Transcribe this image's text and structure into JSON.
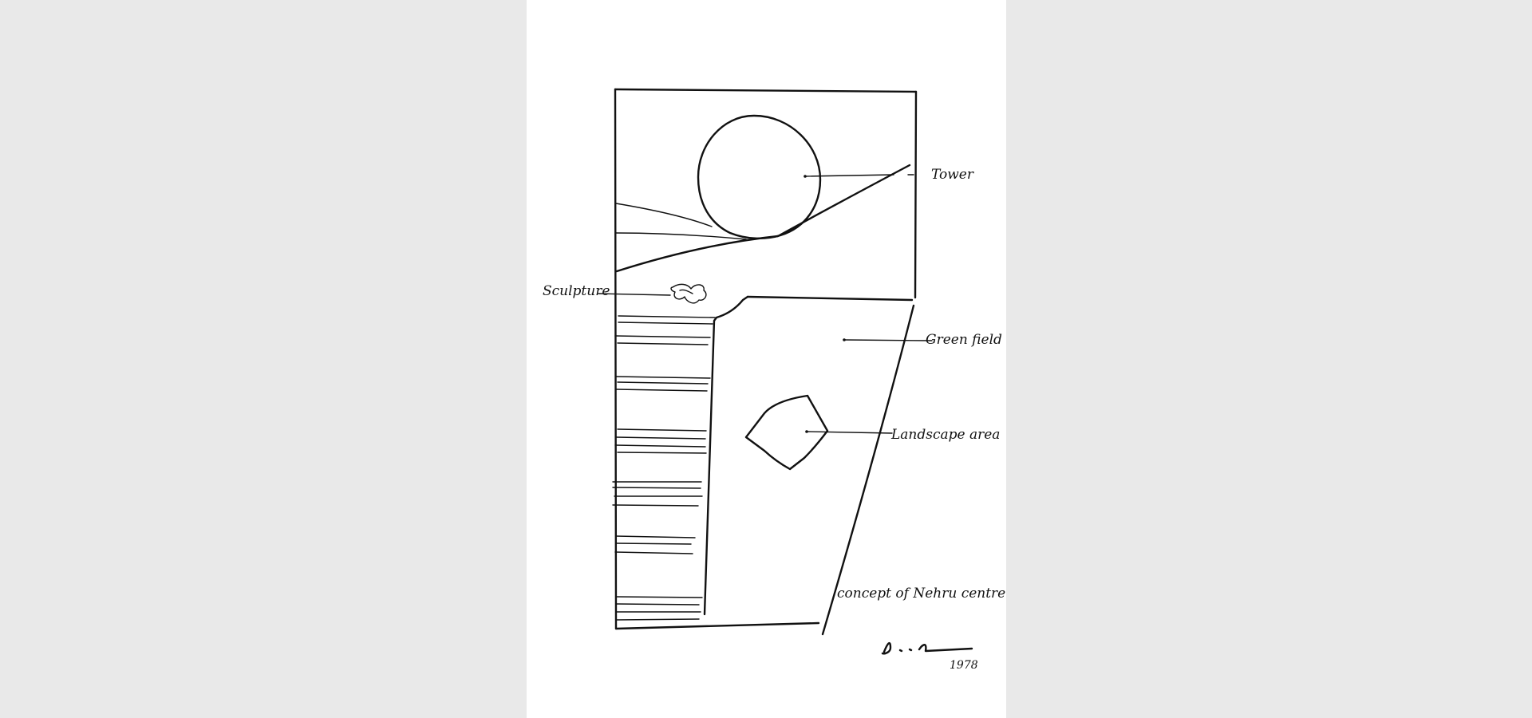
{
  "drawing": {
    "labels": {
      "tower": "Tower",
      "sculpture": "Sculpture",
      "green_field": "Green field",
      "landscape_area": "Landscape area",
      "caption": "concept of Nehru centre",
      "year": "1978"
    }
  },
  "colors": {
    "background": "#e9e9e9",
    "paper": "#ffffff",
    "ink": "#111111"
  }
}
